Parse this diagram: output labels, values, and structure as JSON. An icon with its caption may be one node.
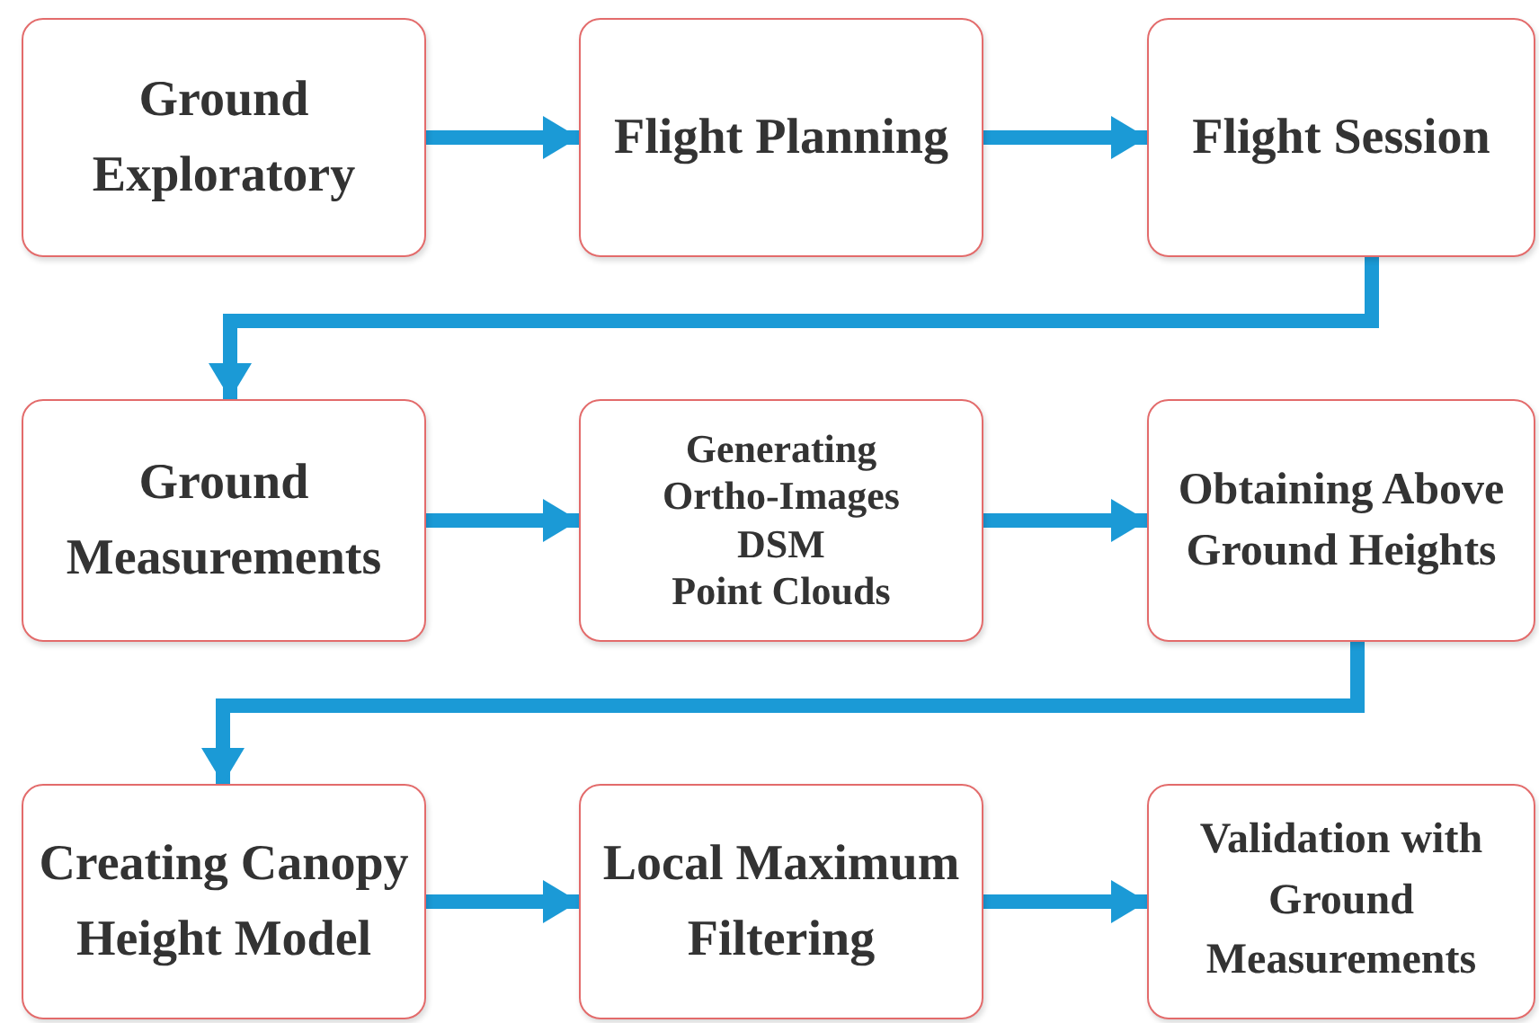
{
  "diagram": {
    "nodes": [
      {
        "text": [
          "Ground Exploratory"
        ]
      },
      {
        "text": [
          "Flight Planning"
        ]
      },
      {
        "text": [
          "Flight Session"
        ]
      },
      {
        "text": [
          "Ground Measurements"
        ]
      },
      {
        "text": [
          "Generating",
          "Ortho-Images",
          "DSM",
          "Point Clouds"
        ]
      },
      {
        "text": [
          "Obtaining Above Ground Heights"
        ]
      },
      {
        "text": [
          "Creating Canopy Height Model"
        ]
      },
      {
        "text": [
          "Local Maximum Filtering"
        ]
      },
      {
        "text": [
          "Validation with Ground Measurements"
        ]
      }
    ],
    "edges": [
      {
        "from": 0,
        "to": 1,
        "arrow": "to"
      },
      {
        "from": 1,
        "to": 2,
        "arrow": "to"
      },
      {
        "from": 2,
        "to": 3,
        "arrow": "to"
      },
      {
        "from": 3,
        "to": 4,
        "arrow": "to"
      },
      {
        "from": 4,
        "to": 5,
        "arrow": "to"
      },
      {
        "from": 5,
        "to": 6,
        "arrow": "to"
      },
      {
        "from": 6,
        "to": 7,
        "arrow": "to"
      },
      {
        "from": 7,
        "to": 8,
        "arrow": "to"
      }
    ]
  }
}
